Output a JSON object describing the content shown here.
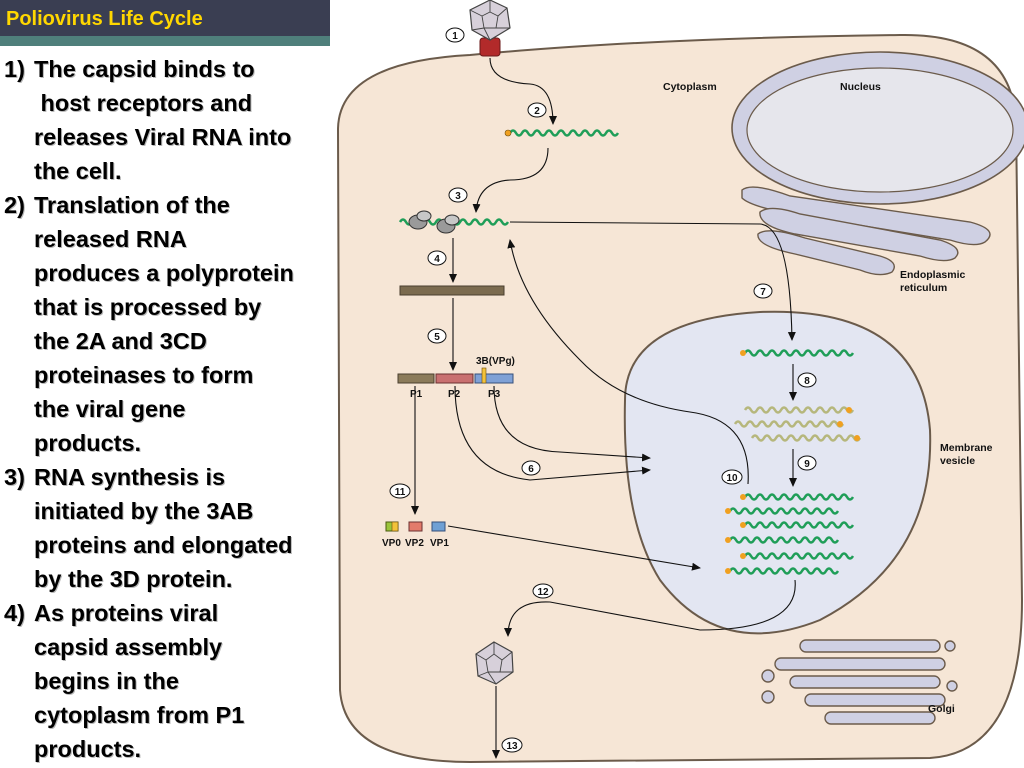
{
  "title": "Poliovirus Life Cycle",
  "steps": [
    {
      "num": "1)",
      "line1": "The capsid binds to",
      "line2": " host receptors and",
      "line3": "releases Viral RNA into",
      "line4": "the cell."
    },
    {
      "num": "2)",
      "line1": "Translation of the",
      "line2": "released RNA",
      "line3": "produces a polyprotein",
      "line4": "that is processed by",
      "line5": "the 2A and 3CD",
      "line6": "proteinases to form",
      "line7": "the viral gene",
      "line8": "products."
    },
    {
      "num": "3)",
      "line1": "RNA synthesis is",
      "line2": "initiated by the 3AB",
      "line3": "proteins and elongated",
      "line4": "by the 3D protein."
    },
    {
      "num": "4)",
      "line1": "As proteins viral",
      "line2": "capsid assembly",
      "line3": "begins in the",
      "line4": "cytoplasm from P1",
      "line5": "products."
    }
  ],
  "diagram": {
    "cytoplasm": "Cytoplasm",
    "nucleus": "Nucleus",
    "er_line1": "Endoplasmic",
    "er_line2": "reticulum",
    "membrane_line1": "Membrane",
    "membrane_line2": "vesicle",
    "golgi": "Golgi",
    "p1": "P1",
    "p2": "P2",
    "p3": "P3",
    "vpg": "3B(VPg)",
    "vp0": "VP0",
    "vp2": "VP2",
    "vp1": "VP1",
    "step_numbers": [
      "1",
      "2",
      "3",
      "4",
      "5",
      "6",
      "7",
      "8",
      "9",
      "10",
      "11",
      "12",
      "13"
    ]
  },
  "colors": {
    "title_bar": "#3a3e52",
    "title_text": "#ffd700",
    "stripe": "#4f7f7b",
    "cell_fill": "#f6e6d6",
    "vesicle_fill": "#e3e6f2",
    "rna_green": "#1f9e58",
    "rna_olive": "#b6b77c",
    "rna_cap": "#f0a020",
    "membrane_lavender": "#cfd0e3"
  }
}
